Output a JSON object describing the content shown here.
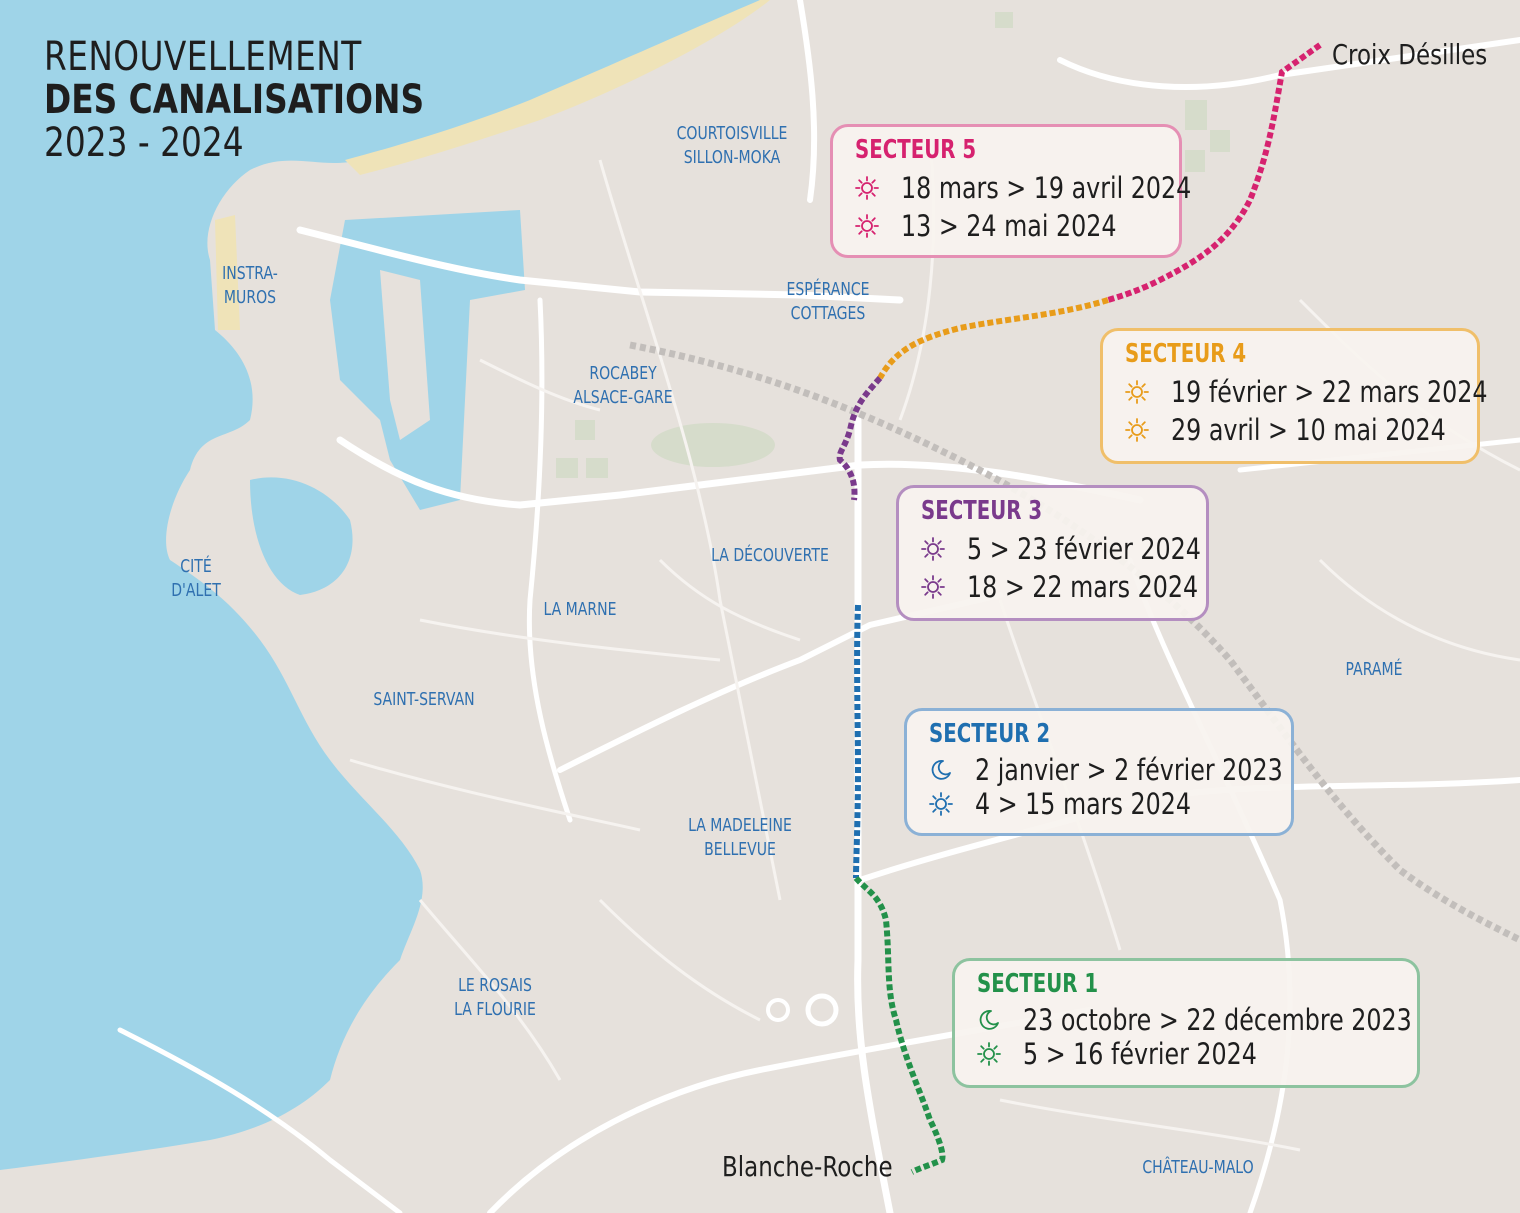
{
  "title": {
    "line1": "RENOUVELLEMENT",
    "line2": "DES CANALISATIONS",
    "line3": "2023 - 2024"
  },
  "endpoints": {
    "north": "Croix Désilles",
    "south": "Blanche-Roche"
  },
  "districts": [
    {
      "id": "courtoisville",
      "lines": [
        "COURTOISVILLE",
        "SILLON-MOKA"
      ]
    },
    {
      "id": "intra-muros",
      "lines": [
        "INSTRA-",
        "MUROS"
      ]
    },
    {
      "id": "esperance",
      "lines": [
        "ESPÉRANCE",
        "COTTAGES"
      ]
    },
    {
      "id": "rocabey",
      "lines": [
        "ROCABEY",
        "ALSACE-GARE"
      ]
    },
    {
      "id": "cite-dalet",
      "lines": [
        "CITÉ",
        "D'ALET"
      ]
    },
    {
      "id": "la-decouverte",
      "lines": [
        "LA DÉCOUVERTE"
      ]
    },
    {
      "id": "la-marne",
      "lines": [
        "LA MARNE"
      ]
    },
    {
      "id": "saint-servan",
      "lines": [
        "SAINT-SERVAN"
      ]
    },
    {
      "id": "parame",
      "lines": [
        "PARAMÉ"
      ]
    },
    {
      "id": "la-madeleine",
      "lines": [
        "LA MADELEINE",
        "BELLEVUE"
      ]
    },
    {
      "id": "le-rosais",
      "lines": [
        "LE ROSAIS",
        "LA FLOURIE"
      ]
    },
    {
      "id": "chateau-malo",
      "lines": [
        "CHÂTEAU-MALO"
      ]
    }
  ],
  "sectors": [
    {
      "id": "5",
      "label": "SECTEUR 5",
      "color": "#d6226f",
      "border": "#e58fb4",
      "dates": [
        {
          "icon": "sun",
          "text": "18 mars > 19 avril 2024"
        },
        {
          "icon": "sun",
          "text": "13 > 24 mai 2024"
        }
      ]
    },
    {
      "id": "4",
      "label": "SECTEUR 4",
      "color": "#e89c1a",
      "border": "#f0bf6a",
      "dates": [
        {
          "icon": "sun",
          "text": "19 février > 22 mars 2024"
        },
        {
          "icon": "sun",
          "text": "29 avril > 10 mai 2024"
        }
      ]
    },
    {
      "id": "3",
      "label": "SECTEUR 3",
      "color": "#7a3a8c",
      "border": "#b48ec0",
      "dates": [
        {
          "icon": "sun",
          "text": "5 > 23 février 2024"
        },
        {
          "icon": "sun",
          "text": "18 > 22 mars 2024"
        }
      ]
    },
    {
      "id": "2",
      "label": "SECTEUR 2",
      "color": "#1f6fb0",
      "border": "#8bb1d6",
      "dates": [
        {
          "icon": "moon",
          "text": "2 janvier > 2 février 2023"
        },
        {
          "icon": "sun",
          "text": "4 > 15 mars 2024"
        }
      ]
    },
    {
      "id": "1",
      "label": "SECTEUR 1",
      "color": "#23914a",
      "border": "#8dc39f",
      "dates": [
        {
          "icon": "moon",
          "text": "23 octobre > 22 décembre 2023"
        },
        {
          "icon": "sun",
          "text": "5 > 16 février 2024"
        }
      ]
    }
  ]
}
